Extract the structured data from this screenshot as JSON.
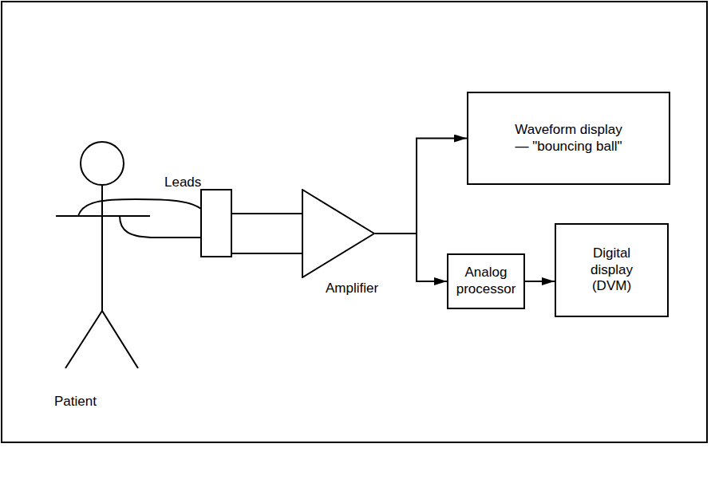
{
  "diagram": {
    "nodes": [
      {
        "text": [
          "Amplifier"
        ]
      },
      {
        "text": [
          "Waveform display — \"bouncing ball\""
        ]
      },
      {
        "text": [
          "Analog processor"
        ]
      },
      {
        "text": [
          "Digital display (DVM)"
        ]
      }
    ],
    "edges": [
      {
        "from": 0,
        "to": 1,
        "arrow": "to"
      },
      {
        "from": 0,
        "to": 2,
        "arrow": "to"
      },
      {
        "from": 2,
        "to": 3,
        "arrow": "to"
      }
    ],
    "labels": [
      "Leads",
      "Patient"
    ]
  }
}
